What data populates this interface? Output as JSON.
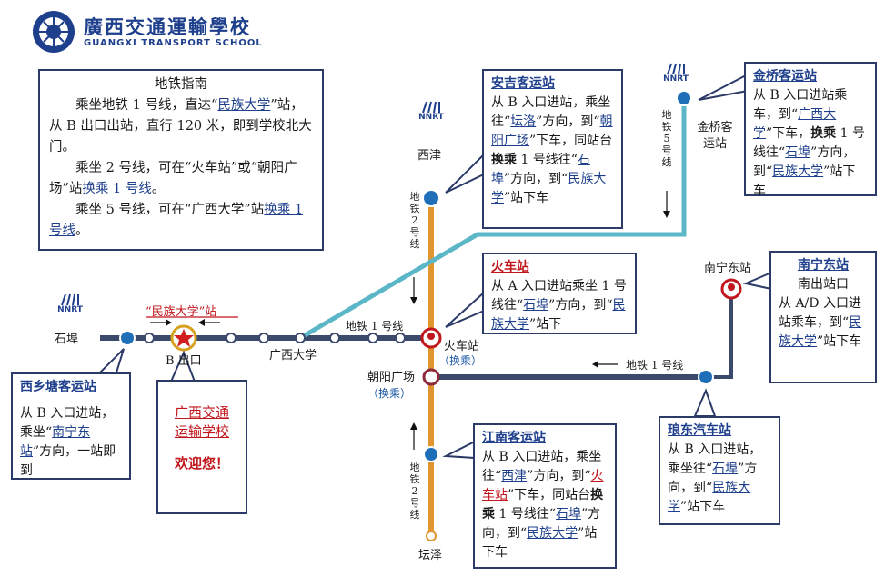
{
  "school": {
    "name_cn": "廣西交通運輸學校",
    "name_en": "GUANGXI TRANSPORT SCHOOL"
  },
  "guide": {
    "title": "地铁指南",
    "p1_pre": "乘坐地铁 1 号线，直达“",
    "p1_link": "民族大学",
    "p1_post": "”站，从 B 出口出站，直行 120 米，即到学校北大门。",
    "p2_pre": "乘坐 2 号线，可在“火车站”或“朝阳广场”站",
    "p2_link": "换乘 1 号线",
    "p2_post": "。",
    "p3_pre": "乘坐 5 号线，可在“广西大学”站",
    "p3_link": "换乘 1 号线",
    "p3_post": "。"
  },
  "boxes": {
    "anji": {
      "title": "安吉客运站",
      "t1": "从 B 入口进站，乘坐往“",
      "l1": "坛洛",
      "t2": "”方向，到“",
      "l2": "朝阳广场",
      "t3": "”下车，同站台",
      "bold1": "换乘",
      "t4": " 1 号线往“",
      "l3": "石埠",
      "t5": "”方向，到“",
      "l4": "民族大学",
      "t6": "”站下车"
    },
    "jinqiao": {
      "title": "金桥客运站",
      "t1": "从 B 入口进站乘车，到“",
      "l1": "广西大学",
      "t2": "”下车，",
      "bold1": "换乘",
      "t3": " 1 号线往“",
      "l2": "石埠",
      "t4": "”方向，到“",
      "l3": "民族大学",
      "t5": "”站下车"
    },
    "huoche": {
      "title": "火车站",
      "t1": "从 A 入口进站乘坐 1 号线往“",
      "l1": "石埠",
      "t2": "”方向，到“",
      "l2": "民族大学",
      "t3": "”站下"
    },
    "nanning_east": {
      "title": "南宁东站",
      "t1": "南出站口",
      "t2": "从 A/D 入口进站乘车，到“",
      "l1": "民族大学",
      "t3": "”站下车"
    },
    "xixiangtang": {
      "title": "西乡塘客运站",
      "t1": "从 B 入口进站，乘坐“",
      "l1": "南宁东站",
      "t2": "”方向，一站即到"
    },
    "school_welcome": {
      "line1": "广西交通",
      "line2": "运输学校",
      "welcome": "欢迎您！"
    },
    "jiangnan": {
      "title": "江南客运站",
      "t1": "从 B 入口进站，乘坐往“",
      "l1": "西津",
      "t2": "”方向，到“",
      "l2": "火车站",
      "t3": "”下车，同站台",
      "bold1": "换乘",
      "t4": " 1 号线往“",
      "l3": "石",
      "t5": "埠",
      "t6": "”方向，到“",
      "l4": "民族大",
      "t7": "学",
      "t8": "”站下车"
    },
    "langdong": {
      "title": "琅东汽车站",
      "t1": "从 B 入口进站，乘坐往“",
      "l1": "石埠",
      "t2": "”方向，到“",
      "l2": "民族大学",
      "t3": "”站下车"
    }
  },
  "stations": {
    "shibu": "石埠",
    "minzu": "“民族大学”站",
    "b_exit": "B 出口",
    "guangxi_univ": "广西大学",
    "huoche": "火车站",
    "huoche_xfer": "（换乘）",
    "chaoyang": "朝阳广场",
    "chaoyang_xfer": "（换乘）",
    "xijin": "西津",
    "tanze": "坛泽",
    "jinqiao": "金桥客运站",
    "nanning_east": "南宁东站"
  },
  "lines": {
    "line1_upper": "地铁 1 号线",
    "line1_lower": "地铁 1 号线",
    "line2_upper": "地铁2号线",
    "line2_lower": "地铁2号线",
    "line5": "地铁5号线",
    "nnrt": "NNRT"
  },
  "colors": {
    "line1": "#3b4a6b",
    "line2": "#e0952e",
    "line5": "#5bb6c8",
    "box_border": "#2b3a67",
    "accent_blue": "#1e3f8c",
    "red": "#c0161c"
  }
}
